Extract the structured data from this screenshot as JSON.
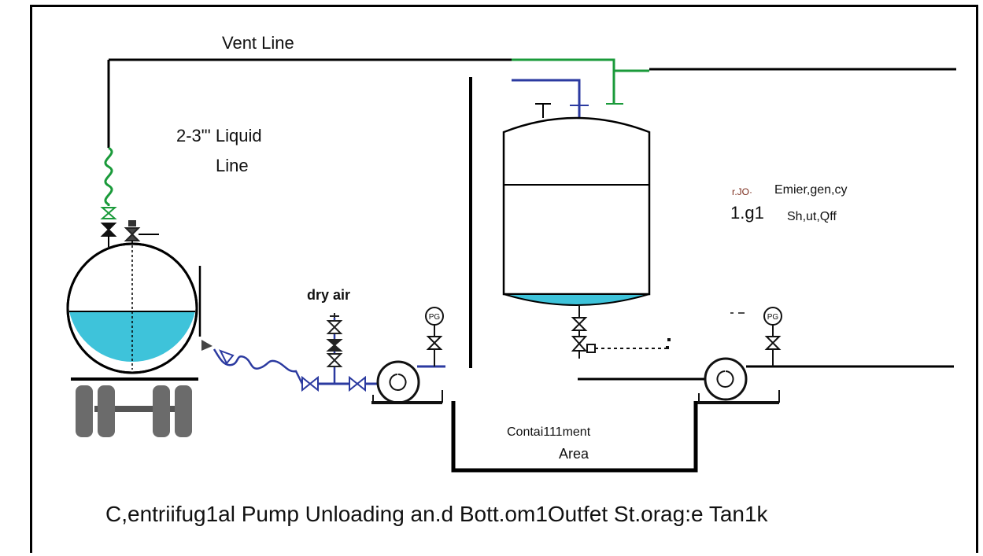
{
  "labels": {
    "vent_line": "Vent Line",
    "liquid_line_1": "2-3\"' Liquid",
    "liquid_line_2": "Line",
    "dry_air": "dry air",
    "emergency_1a": "r.JO·",
    "emergency_1b": "Emier,gen,cy",
    "emergency_2a": "1.g1",
    "emergency_2b": "Sh,ut,Qff",
    "containment_1": "Contai111ment",
    "containment_2": "Area",
    "pg_left": "PG",
    "pg_right": "PG",
    "caption": "C,entriifug1al Pump Unloading an.d Bott.om1Outfet St.orag:e Tan1k"
  },
  "colors": {
    "line": "#000000",
    "vent_green": "#1a9a3a",
    "air_blue": "#2b3aa0",
    "liquid": "#3ec3da",
    "wheel": "#6b6b6b"
  }
}
